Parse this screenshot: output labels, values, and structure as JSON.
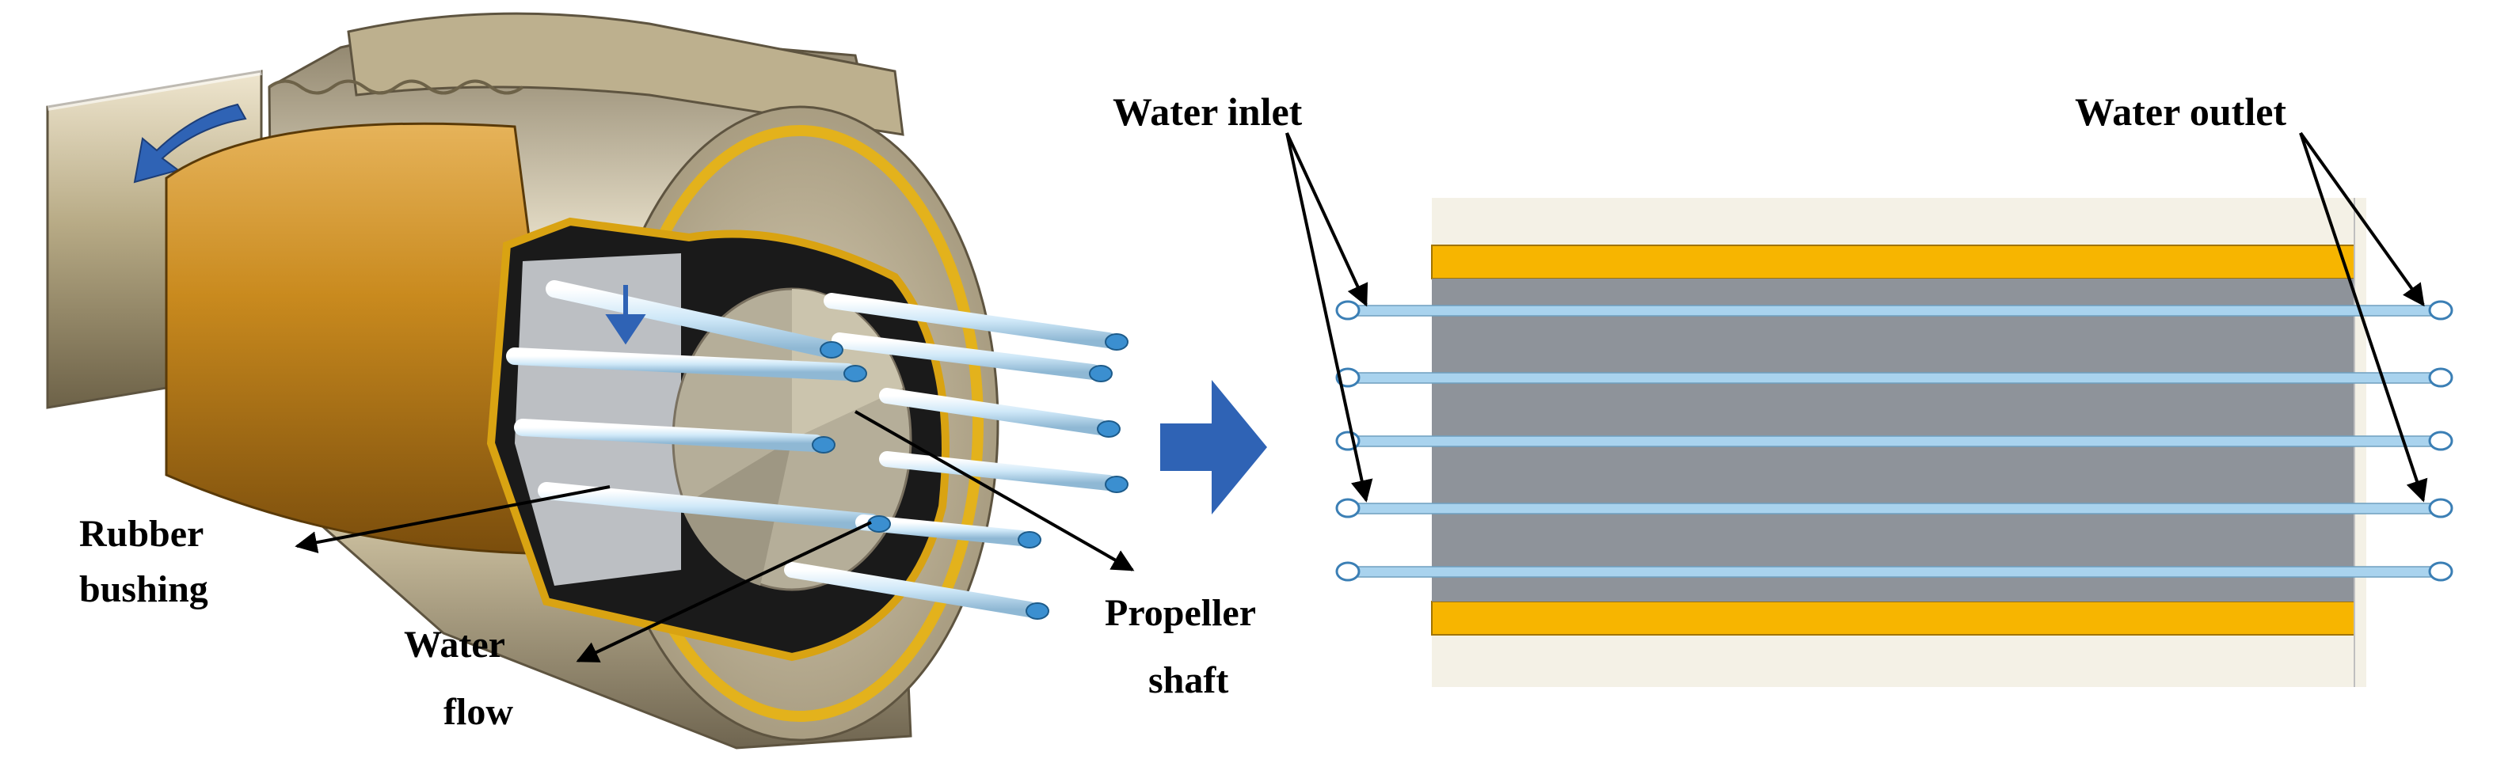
{
  "labels": {
    "rubber_bushing": [
      "Rubber",
      "bushing"
    ],
    "water_flow": [
      "Water",
      "flow"
    ],
    "propeller_shaft": [
      "Propeller",
      "shaft"
    ],
    "water_inlet": "Water inlet",
    "water_outlet": "Water outlet"
  },
  "colors": {
    "bushing_orange": "#c98a1e",
    "bushing_yellow": "#f7b500",
    "shaft_gray": "#8e939a",
    "water_blue": "#a9d3ee",
    "housing_beige": "#cfc4a6",
    "sleeve_cream": "#f4f1e6",
    "arrow_blue": "#2f63b5"
  },
  "cross_section": {
    "water_channels": 5
  }
}
